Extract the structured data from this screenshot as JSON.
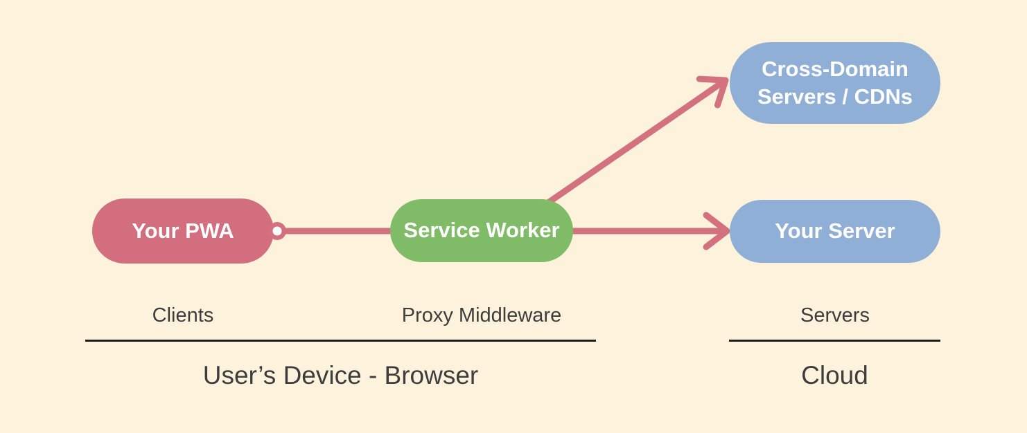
{
  "colors": {
    "background": "#fdf3dd",
    "node_client": "#d26e7d",
    "node_middleware": "#80bc67",
    "node_server": "#90afd7",
    "connector": "#d3717f",
    "node_text": "#ffffff",
    "label_text": "#3d3d3d",
    "divider": "#1b1b1b"
  },
  "nodes": {
    "pwa": {
      "label": "Your PWA"
    },
    "service_worker": {
      "label": "Service Worker"
    },
    "cross_domain": {
      "label": "Cross-Domain Servers / CDNs"
    },
    "your_server": {
      "label": "Your Server"
    }
  },
  "roles": {
    "clients": "Clients",
    "proxy_middleware": "Proxy Middleware",
    "servers": "Servers"
  },
  "groups": {
    "device": "User’s Device - Browser",
    "cloud": "Cloud"
  }
}
